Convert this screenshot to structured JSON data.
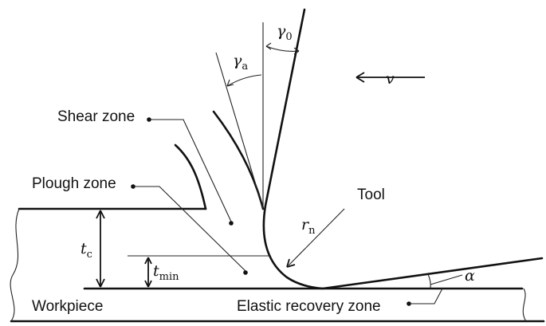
{
  "labels": {
    "shear_zone": "Shear zone",
    "plough_zone": "Plough zone",
    "tool": "Tool",
    "workpiece": "Workpiece",
    "elastic_recovery_zone": "Elastic recovery zone"
  },
  "symbols": {
    "gamma": "γ",
    "gamma_a_sub": "a",
    "gamma_0_sub": "0",
    "velocity": "v",
    "r": "r",
    "r_sub": "n",
    "t": "t",
    "t_c_sub": "c",
    "t_min_sub": "min",
    "alpha": "α"
  }
}
